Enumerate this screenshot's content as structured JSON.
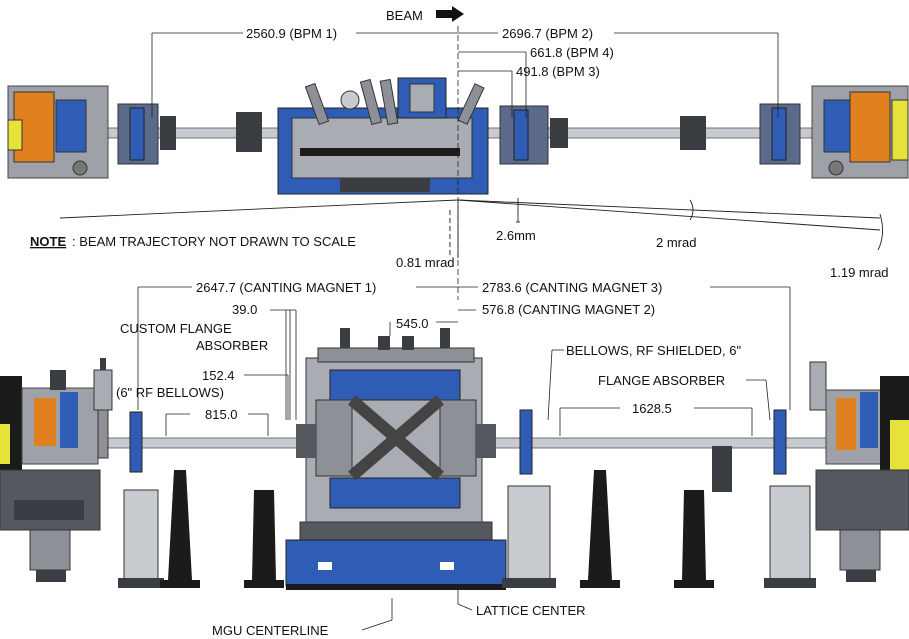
{
  "beam_label": "BEAM",
  "top_dimensions": {
    "bpm1": "2560.9 (BPM 1)",
    "bpm2": "2696.7 (BPM 2)",
    "bpm4": "661.8 (BPM 4)",
    "bpm3": "491.8 (BPM 3)"
  },
  "trajectory": {
    "note_prefix": "NOTE",
    "note_text": ":  BEAM TRAJECTORY NOT DRAWN TO SCALE",
    "offset_mm": "2.6mm",
    "angle_2": "2 mrad",
    "angle_081": "0.81 mrad",
    "angle_119": "1.19 mrad"
  },
  "bottom_dimensions": {
    "cm1": "2647.7 (CANTING MAGNET 1)",
    "cm3": "2783.6 (CANTING MAGNET 3)",
    "d39": "39.0",
    "d545": "545.0",
    "cm2": "576.8 (CANTING MAGNET 2)",
    "d1524": "152.4",
    "d815": "815.0",
    "d16285": "1628.5"
  },
  "labels": {
    "custom_flange_1": "CUSTOM FLANGE",
    "custom_flange_2": "ABSORBER",
    "rf_bellows": "(6\" RF BELLOWS)",
    "bellows_shielded": "BELLOWS, RF SHIELDED, 6\"",
    "flange_absorber": "FLANGE ABSORBER",
    "mgu_centerline": "MGU CENTERLINE",
    "lattice_center": "LATTICE CENTER"
  },
  "colors": {
    "magnet_blue": "#2f5db5",
    "steel_gray": "#a9adb3",
    "dark_gray": "#3a3d42",
    "support_black": "#1b1b1b",
    "accent_orange": "#e0801e",
    "accent_yellow": "#e6e23a"
  }
}
